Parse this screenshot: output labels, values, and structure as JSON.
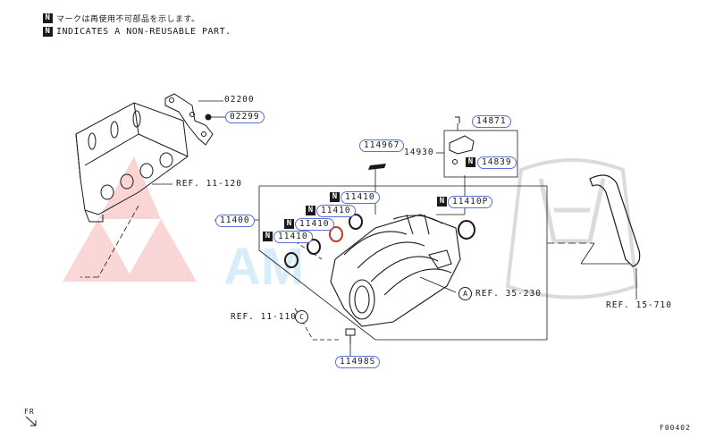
{
  "legend": {
    "line1_mark": "N",
    "line1_text": "マークは再使用不可部品を示します。",
    "line2_mark": "N",
    "line2_text": "INDICATES A NON-REUSABLE PART."
  },
  "parts": {
    "p02200": "02200",
    "p02299": "02299",
    "p14871": "14871",
    "p114967": "114967",
    "p14930": "14930",
    "p14839": "14839",
    "p11400": "11400",
    "p11410a": "11410",
    "p11410b": "11410",
    "p11410c": "11410",
    "p11410d": "11410",
    "p11410p": "11410P",
    "p11498s": "11498S"
  },
  "refs": {
    "r11_120": "REF. 11-120",
    "r35_230": "REF. 35-230",
    "r11_110": "REF. 11-110",
    "r15_710": "REF. 15-710",
    "circle_a": "A",
    "circle_c": "C"
  },
  "footer": {
    "fr": "FR",
    "code": "F00402"
  },
  "marks": {
    "n": "N"
  }
}
